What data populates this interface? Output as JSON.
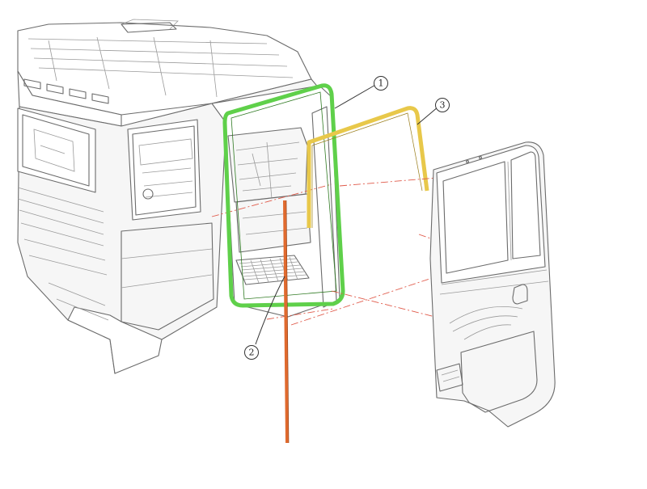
{
  "callouts": [
    {
      "label": "1",
      "part": "door-frame-seal",
      "color": "#5fd04a"
    },
    {
      "label": "2",
      "part": "vertical-seal-strip",
      "color": "#e06a2e"
    },
    {
      "label": "3",
      "part": "door-top-seal",
      "color": "#e8c84a"
    }
  ],
  "colors": {
    "line": "#6b6b6b",
    "centerline": "#e05a4a",
    "panel": "#f6f6f6"
  }
}
